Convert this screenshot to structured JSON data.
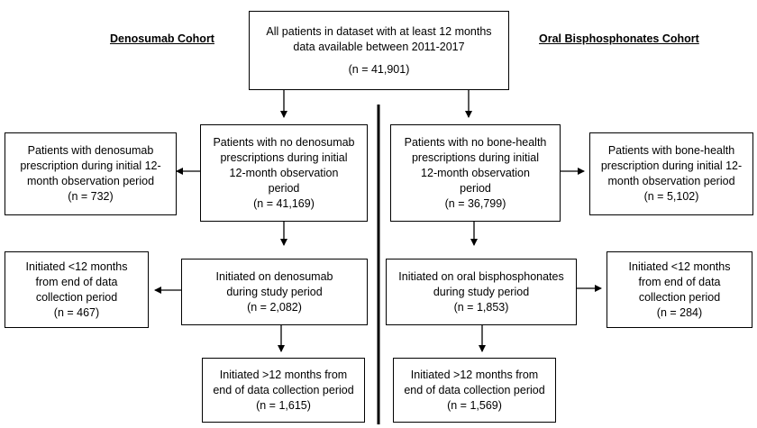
{
  "headings": {
    "left": "Denosumab Cohort",
    "right": "Oral Bisphosphonates Cohort"
  },
  "boxes": {
    "top": {
      "lines": [
        "All patients in dataset with at least 12 months",
        "data available between 2011-2017"
      ],
      "count": "(n =  41,901)"
    },
    "den_excluded": {
      "lines": [
        "Patients with denosumab",
        "prescription during initial 12-",
        "month observation period"
      ],
      "count": "(n = 732)"
    },
    "den_no_rx": {
      "lines": [
        "Patients with no denosumab",
        "prescriptions during initial",
        "12-month observation",
        "period"
      ],
      "count": "(n = 41,169)"
    },
    "bp_no_rx": {
      "lines": [
        "Patients with no bone-health",
        "prescriptions during initial",
        "12-month observation",
        "period"
      ],
      "count": "(n = 36,799)"
    },
    "bp_excluded": {
      "lines": [
        "Patients with bone-health",
        "prescription during initial 12-",
        "month observation period"
      ],
      "count": "(n = 5,102)"
    },
    "den_lt12": {
      "lines": [
        "Initiated <12 months",
        "from end of data",
        "collection period"
      ],
      "count": "(n = 467)"
    },
    "den_initiated": {
      "lines": [
        "Initiated on denosumab",
        "during study period"
      ],
      "count": "(n = 2,082)"
    },
    "bp_initiated": {
      "lines": [
        "Initiated on oral bisphosphonates",
        "during study period"
      ],
      "count": "(n = 1,853)"
    },
    "bp_lt12": {
      "lines": [
        "Initiated <12 months",
        "from end of data",
        "collection period"
      ],
      "count": "(n = 284)"
    },
    "den_gt12": {
      "lines": [
        "Initiated >12 months from",
        "end of data collection period"
      ],
      "count": "(n = 1,615)"
    },
    "bp_gt12": {
      "lines": [
        "Initiated >12 months from",
        "end of data collection period"
      ],
      "count": "(n = 1,569)"
    }
  }
}
